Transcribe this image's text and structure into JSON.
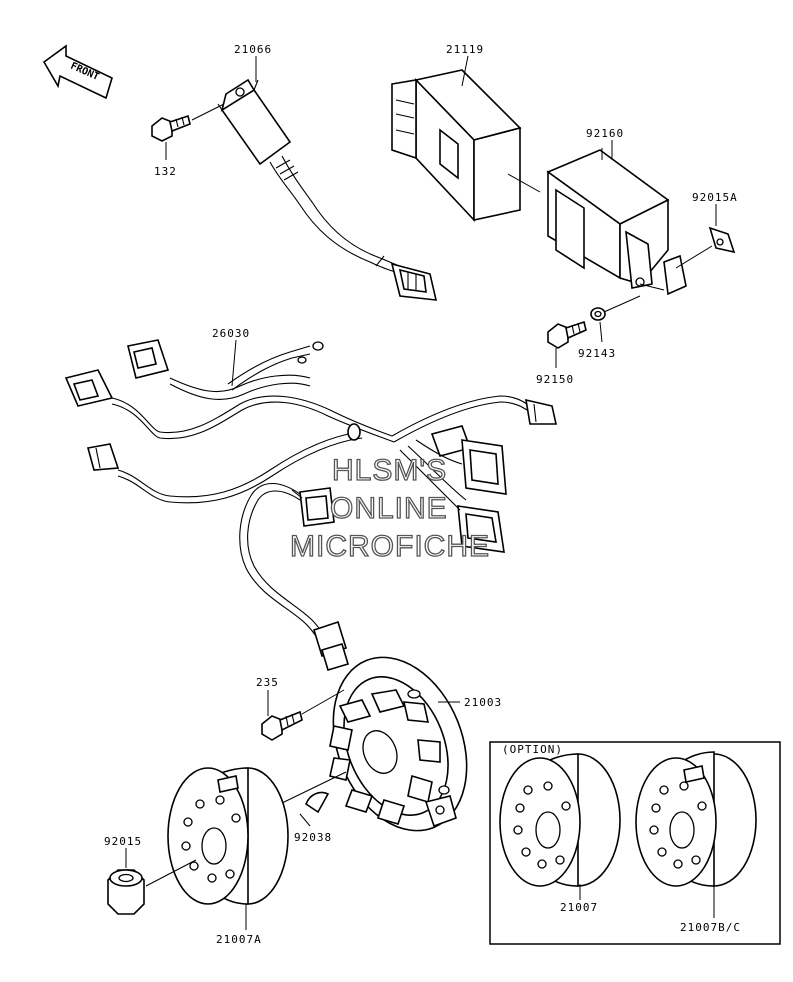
{
  "front_label": "FRONT",
  "part_numbers": {
    "p21066": "21066",
    "p21119": "21119",
    "p92160": "92160",
    "p92015A": "92015A",
    "p132": "132",
    "p26030": "26030",
    "p92143": "92143",
    "p92150": "92150",
    "p235": "235",
    "p21003": "21003",
    "p92015": "92015",
    "p92038": "92038",
    "p21007A": "21007A",
    "p21007": "21007",
    "p21007BC": "21007B/C"
  },
  "option_box_label": "(OPTION)",
  "watermark": {
    "line1": "HLSM'S",
    "line2": "ONLINE",
    "line3": "MICROFICHE"
  }
}
